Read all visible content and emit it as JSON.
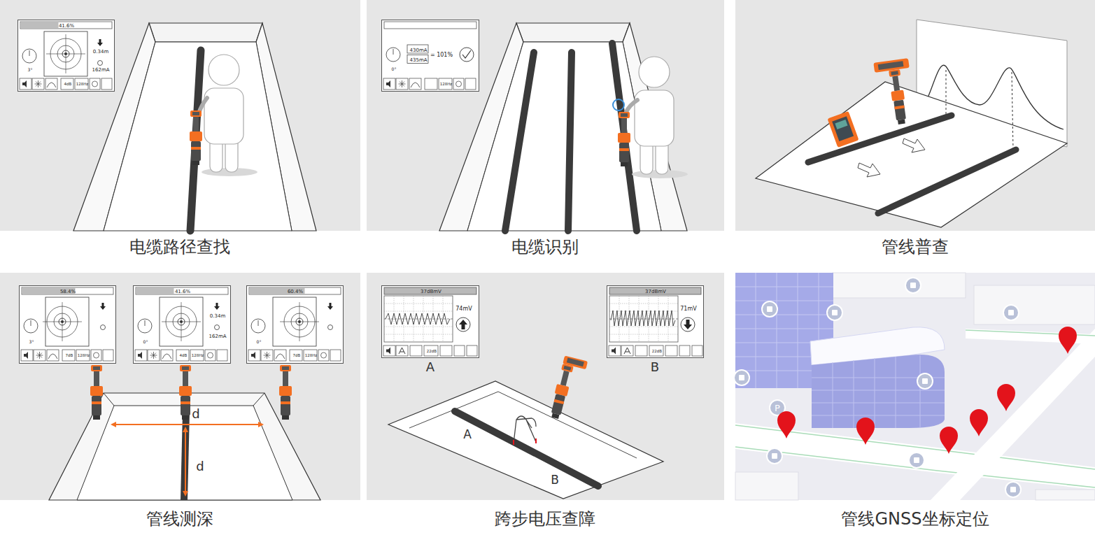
{
  "diagram": {
    "nodes": [
      {
        "text": [
          "电缆路径查找"
        ]
      },
      {
        "text": [
          "41.6%",
          "3°",
          "0.34m",
          "162mA",
          "4dB",
          "128Hz"
        ],
        "in": 0
      },
      {
        "text": [
          "电缆识别"
        ]
      },
      {
        "text": [
          "0°",
          "430mA",
          "435mA",
          "= 101%",
          "128Hz"
        ],
        "in": 2
      },
      {
        "text": [
          "管线普查"
        ]
      },
      {
        "text": [
          "管线测深"
        ]
      },
      {
        "text": [
          "58.4%",
          "3°",
          "7dB",
          "128Hz"
        ],
        "in": 5
      },
      {
        "text": [
          "41.6%",
          "0°",
          "0.34m",
          "162mA",
          "4dB",
          "128Hz"
        ],
        "in": 5
      },
      {
        "text": [
          "60.4%",
          "0°",
          "7dB",
          "128Hz"
        ],
        "in": 5
      },
      {
        "text": [
          "跨步电压查障"
        ]
      },
      {
        "text": [
          "37dBmV",
          "74mV",
          "22dB"
        ],
        "in": 9
      },
      {
        "text": [
          "37dBmV",
          "71mV",
          "22dB"
        ],
        "in": 9
      },
      {
        "text": [
          "管线GNSS坐标定位"
        ]
      }
    ],
    "labels": [
      "d",
      "d",
      "A",
      "B",
      "A",
      "B",
      "P"
    ]
  }
}
